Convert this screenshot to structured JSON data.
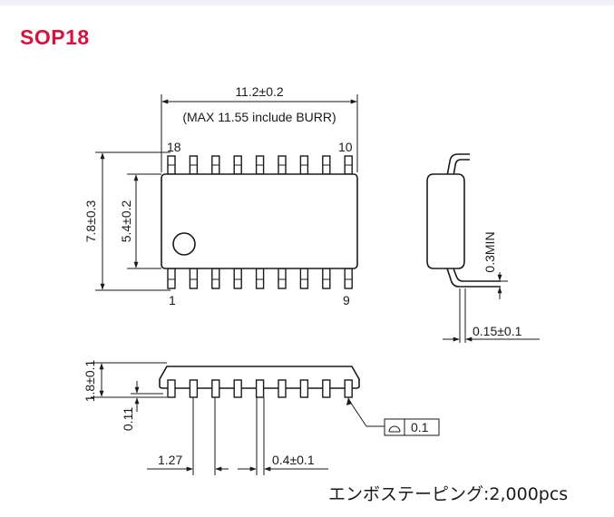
{
  "package_name": "SOP18",
  "dimensions": {
    "body_length": "11.2±0.2",
    "burr_note": "(MAX 11.55 include BURR)",
    "overall_width": "7.8±0.3",
    "body_width": "5.4±0.2",
    "standoff_min": "0.3MIN",
    "lead_thickness": "0.15±0.1",
    "height": "1.8±0.1",
    "standoff": "0.11",
    "pitch": "1.27",
    "lead_width": "0.4±0.1",
    "coplanarity": "0.1"
  },
  "pins": {
    "top_left": "18",
    "top_right": "10",
    "bottom_left": "1",
    "bottom_right": "9"
  },
  "footer_note": "エンボステーピング:2,000pcs"
}
